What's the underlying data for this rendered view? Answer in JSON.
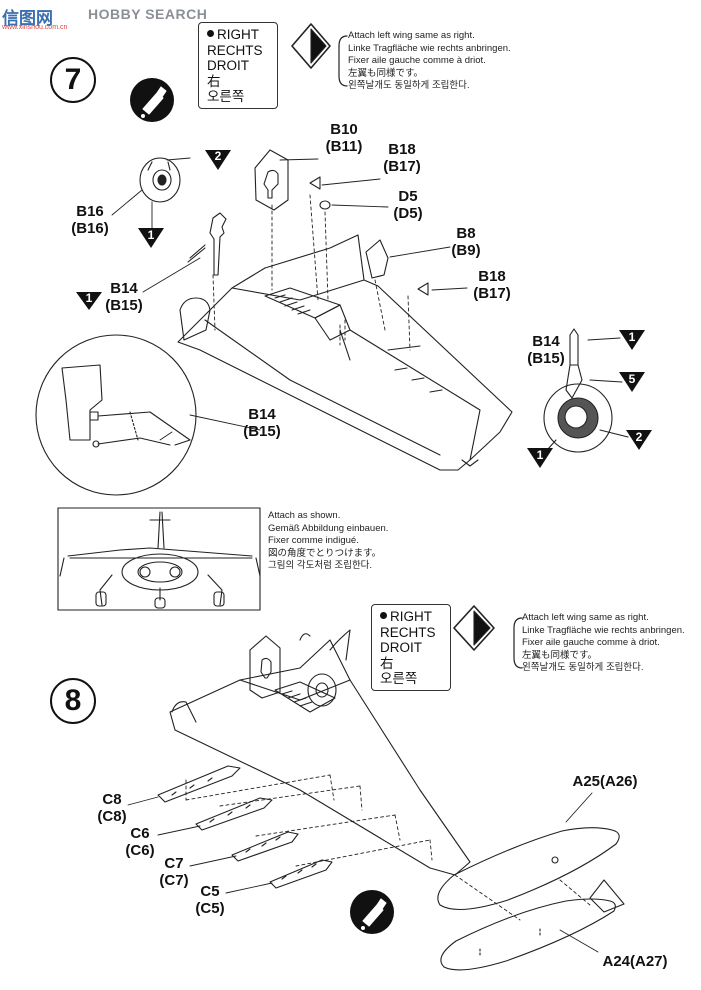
{
  "watermark": {
    "brand_cn": "信图网",
    "brand_en": "HOBBY SEARCH",
    "url": "www.xinshou.com.cn"
  },
  "steps": [
    {
      "number": "7",
      "side_label": [
        "RIGHT",
        "RECHTS",
        "DROIT",
        "右",
        "오른쪽"
      ],
      "wing_note": [
        "Attach left wing same as right.",
        "Linke Tragfläche wie rechts anbringen.",
        "Fixer aile gauche comme à driot.",
        "左翼も同様です。",
        "왼쪽날개도 동일하게 조립한다."
      ],
      "attach_note": [
        "Attach as shown.",
        "Gemäß Abbildung einbauen.",
        "Fixer comme indigué.",
        "図の角度でとりつけます。",
        "그림의 각도처럼 조립한다."
      ],
      "parts": {
        "b10": [
          "B10",
          "(B11)"
        ],
        "b18_top": [
          "B18",
          "(B17)"
        ],
        "d5": [
          "D5",
          "(D5)"
        ],
        "b8": [
          "B8",
          "(B9)"
        ],
        "b18_right": [
          "B18",
          "(B17)"
        ],
        "b16": [
          "B16",
          "(B16)"
        ],
        "b14_left": [
          "B14",
          "(B15)"
        ],
        "b14_detail": [
          "B14",
          "(B15)"
        ],
        "b14_right": [
          "B14",
          "(B15)"
        ]
      },
      "markers": {
        "m2": "2",
        "m1a": "1",
        "m1b": "1",
        "m1c": "1",
        "m5": "5",
        "m2b": "2",
        "m1d": "1"
      }
    },
    {
      "number": "8",
      "side_label": [
        "RIGHT",
        "RECHTS",
        "DROIT",
        "右",
        "오른쪽"
      ],
      "wing_note": [
        "Attach left wing same as right.",
        "Linke Tragfläche wie rechts anbringen.",
        "Fixer aile gauche comme à driot.",
        "左翼も同様です。",
        "왼쪽날개도 동일하게 조립한다."
      ],
      "parts": {
        "c8": [
          "C8",
          "(C8)"
        ],
        "c6": [
          "C6",
          "(C6)"
        ],
        "c7": [
          "C7",
          "(C7)"
        ],
        "c5": [
          "C5",
          "(C5)"
        ],
        "a25": "A25(A26)",
        "a24": "A24(A27)"
      }
    }
  ]
}
